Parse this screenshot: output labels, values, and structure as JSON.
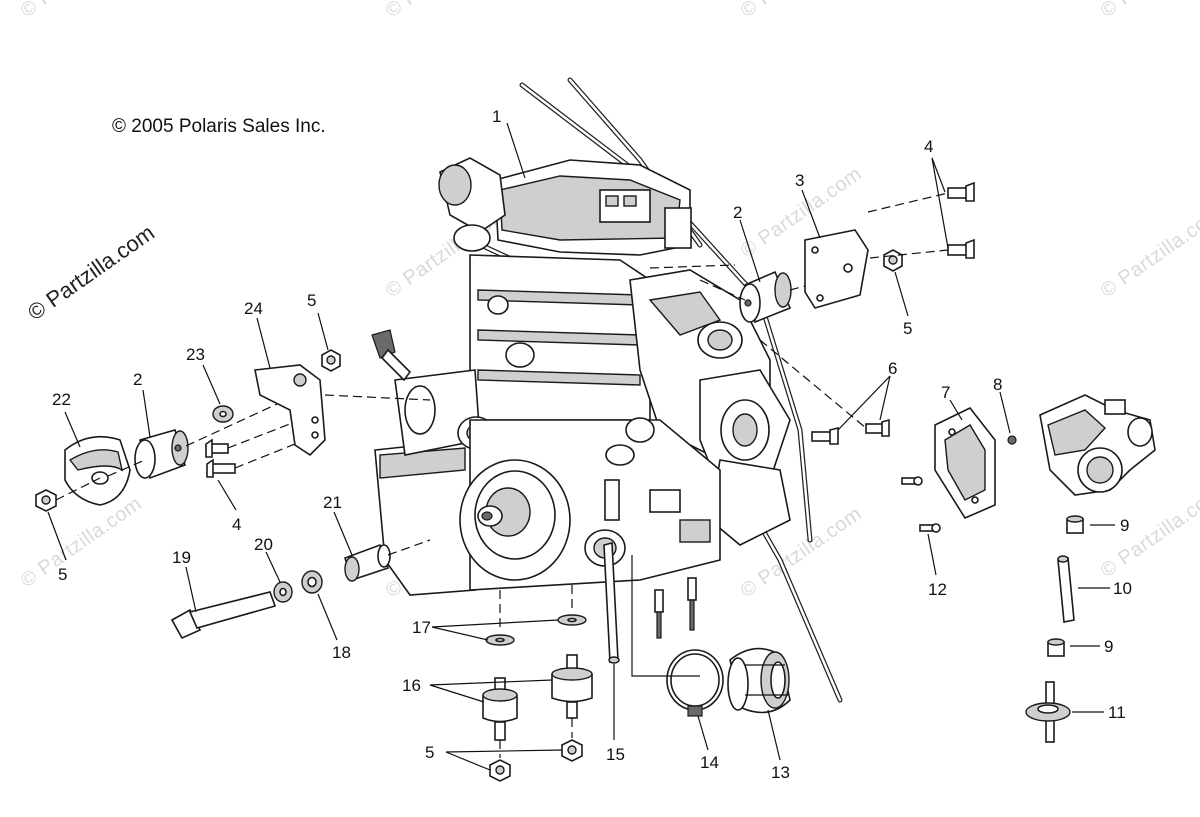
{
  "copyright": "© 2005 Polaris Sales Inc.",
  "watermark_side": "© Partzilla.com",
  "watermark_faint": "© Partzilla.com",
  "callouts": {
    "c1": "1",
    "c2a": "2",
    "c2b": "2",
    "c3": "3",
    "c4a": "4",
    "c4b": "4",
    "c5a": "5",
    "c5b": "5",
    "c5c": "5",
    "c5d": "5",
    "c6": "6",
    "c7": "7",
    "c8": "8",
    "c9a": "9",
    "c9b": "9",
    "c10": "10",
    "c11": "11",
    "c12": "12",
    "c13": "13",
    "c14": "14",
    "c15": "15",
    "c16": "16",
    "c17": "17",
    "c18": "18",
    "c19": "19",
    "c20": "20",
    "c21": "21",
    "c22": "22",
    "c23": "23",
    "c24": "24"
  },
  "colors": {
    "line": "#1a1a1a",
    "shade": "#cfcfcf",
    "watermark": "#d9d9d9"
  }
}
